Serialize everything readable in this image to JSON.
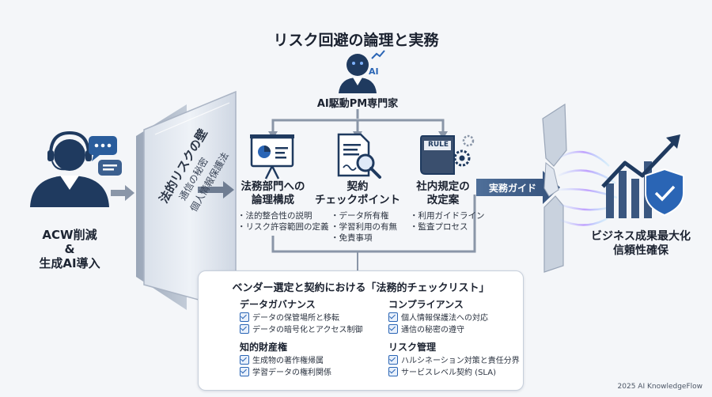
{
  "title": "リスク回避の論理と実務",
  "left": {
    "line1": "ACW削減",
    "line2": "&",
    "line3": "生成AI導入"
  },
  "wall": {
    "title": "法的リスクの壁",
    "line1": "通信の秘密",
    "line2": "個人情報保護法"
  },
  "expert": {
    "label": "AI駆動PM専門家",
    "badge": "AI"
  },
  "legal": {
    "title1": "法務部門への",
    "title2": "論理構成",
    "bullets": [
      "・法的整合性の説明",
      "・リスク許容範囲の定義"
    ]
  },
  "contract": {
    "title1": "契約",
    "title2": "チェックポイント",
    "bullets": [
      "・データ所有権",
      "・学習利用の有無",
      "・免責事項"
    ]
  },
  "rules": {
    "title1": "社内規定の",
    "title2": "改定案",
    "icon_text": "RULE",
    "bullets": [
      "・利用ガイドライン",
      "・監査プロセス"
    ]
  },
  "guide_label": "実務ガイド",
  "result": {
    "line1": "ビジネス成果最大化",
    "line2": "信頼性確保"
  },
  "checklist": {
    "title": "ベンダー選定と契約における「法務的チェックリスト」",
    "categories": [
      {
        "name": "データガバナンス",
        "icon": "database-shield-icon",
        "items": [
          "データの保管場所と移転",
          "データの暗号化とアクセス制御"
        ]
      },
      {
        "name": "コンプライアンス",
        "icon": "clipboard-check-icon",
        "items": [
          "個人情報保護法への対応",
          "通信の秘密の遵守"
        ]
      },
      {
        "name": "知的財産権",
        "icon": "lightbulb-icon",
        "items": [
          "生成物の著作権帰属",
          "学習データの権利関係"
        ]
      },
      {
        "name": "リスク管理",
        "icon": "shield-check-icon",
        "items": [
          "ハルシネーション対策と責任分界",
          "サービスレベル契約 (SLA)"
        ]
      }
    ]
  },
  "footer": "2025 AI KnowledgeFlow",
  "colors": {
    "navy": "#1f3a5f",
    "accent": "#2a65b5",
    "arrow": "#8a96a8"
  }
}
